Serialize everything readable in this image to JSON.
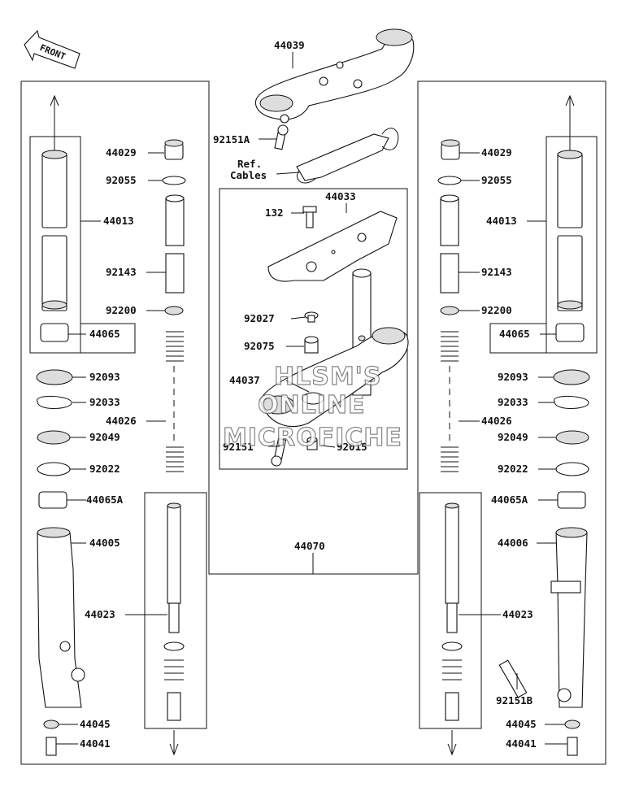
{
  "front_badge": "FRONT",
  "watermark": [
    "HLSM'S",
    "ONLINE",
    "MICROFICHE"
  ],
  "ref_cables": [
    "Ref.",
    "Cables"
  ],
  "labels": {
    "p44039": "44039",
    "p92151A": "92151A",
    "p44033": "44033",
    "p132": "132",
    "p92027": "92027",
    "p92075": "92075",
    "p44037": "44037",
    "p92151": "92151",
    "p92015": "92015",
    "p44070": "44070",
    "l44029": "44029",
    "l92055": "92055",
    "l44013": "44013",
    "l92143": "92143",
    "l92200": "92200",
    "l44065": "44065",
    "l92093": "92093",
    "l92033": "92033",
    "l44026": "44026",
    "l92049": "92049",
    "l92022": "92022",
    "l44065A": "44065A",
    "l44005": "44005",
    "l44023": "44023",
    "l44045": "44045",
    "l44041": "44041",
    "r44029": "44029",
    "r92055": "92055",
    "r44013": "44013",
    "r92143": "92143",
    "r92200": "92200",
    "r44065": "44065",
    "r92093": "92093",
    "r92033": "92033",
    "r44026": "44026",
    "r92049": "92049",
    "r92022": "92022",
    "r44065A": "44065A",
    "r44006": "44006",
    "r44023": "44023",
    "r92151B": "92151B",
    "r44045": "44045",
    "r44041": "44041"
  }
}
